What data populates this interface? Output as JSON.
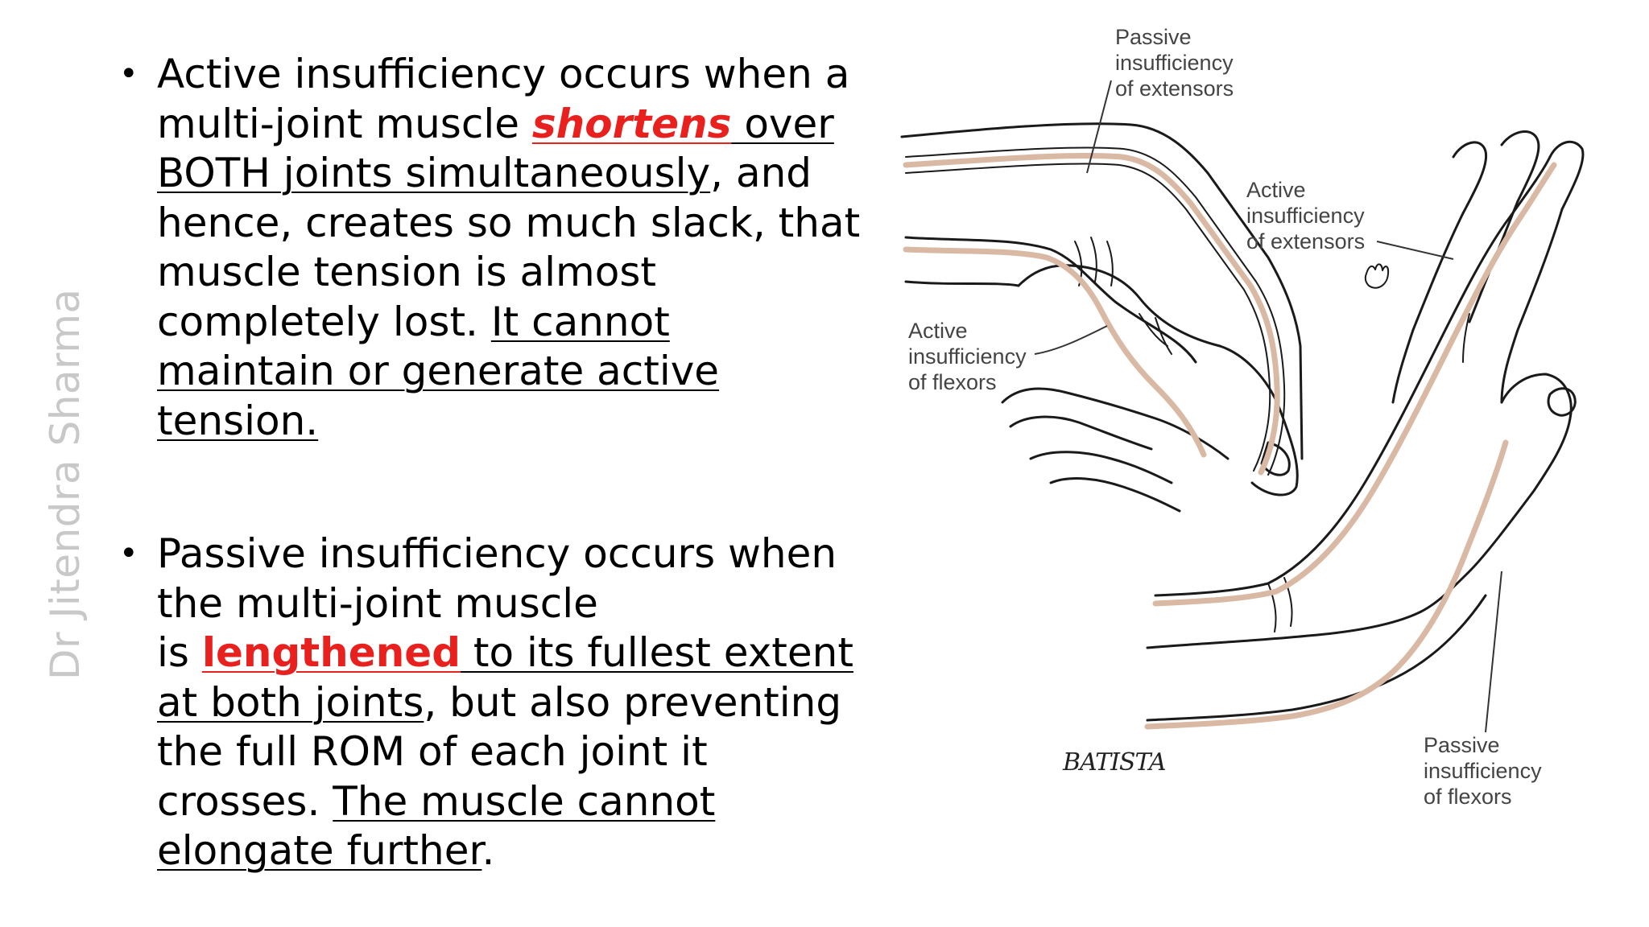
{
  "author": "Dr Jitendra Sharma",
  "bullets": [
    {
      "lines": [
        [
          "Active insufficiency occurs when a"
        ],
        [
          "multi-joint muscle ",
          "shortens",
          " over"
        ],
        [
          "BOTH joints simultaneously",
          ", and"
        ],
        [
          "hence, creates so much slack, that"
        ],
        [
          "muscle tension is almost"
        ],
        [
          "completely lost. ",
          "It cannot"
        ],
        [
          "maintain or generate active"
        ],
        [
          "tension."
        ]
      ]
    },
    {
      "lines": [
        [
          "Passive insufficiency occurs when"
        ],
        [
          "the multi-joint muscle"
        ],
        [
          "is ",
          "lengthened",
          " to its fullest extent"
        ],
        [
          "at both joints",
          ", but also preventing"
        ],
        [
          "the full ROM of each joint it"
        ],
        [
          "crosses. ",
          "The muscle cannot"
        ],
        [
          "elongate further",
          "."
        ]
      ]
    }
  ],
  "figure": {
    "labels": {
      "passive_extensors": [
        "Passive",
        "insufficiency",
        "of extensors"
      ],
      "active_extensors": [
        "Active",
        "insufficiency",
        "of extensors"
      ],
      "active_flexors": [
        "Active",
        "insufficiency",
        "of flexors"
      ],
      "passive_flexors": [
        "Passive",
        "insufficiency",
        "of flexors"
      ]
    },
    "signature": "BATISTA",
    "colors": {
      "muscle": "#d9b8a4",
      "outline": "#1a1a1a"
    }
  }
}
